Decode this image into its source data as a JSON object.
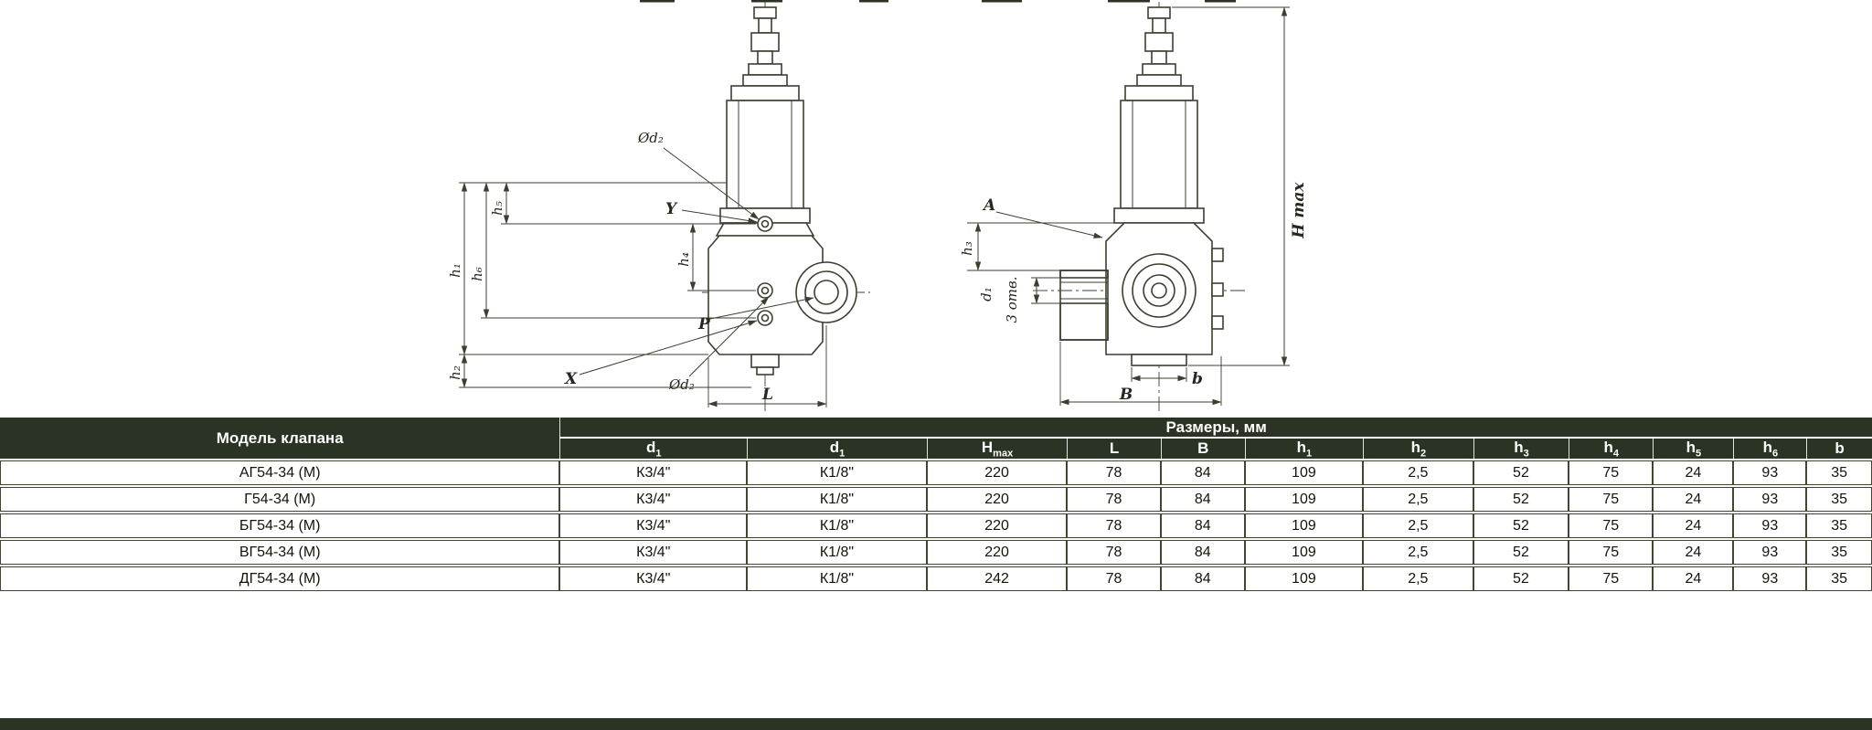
{
  "colors": {
    "line": "#3a4030",
    "header_bg": "#2b3324",
    "header_text": "#ffffff",
    "cell_border": "#40462f",
    "text": "#111509"
  },
  "drawing": {
    "front_view": {
      "phi_d2_top": "Ød₂",
      "y_mark": "Y",
      "h5": "h₅",
      "h6": "h₆",
      "h1": "h₁",
      "h4": "h₄",
      "p_mark": "P",
      "h2": "h₂",
      "x_mark": "X",
      "phi_d2_bottom": "Ød₂",
      "length": "L"
    },
    "side_view": {
      "h3": "h₃",
      "section_mark": "A",
      "d1": "d₁",
      "holes_note": "3 отв.",
      "height_max": "H max",
      "foot_width": "b",
      "width": "B"
    }
  },
  "table": {
    "model_header": "Модель клапана",
    "sizes_header": "Размеры, мм",
    "columns": [
      {
        "base": "d",
        "sub": "1"
      },
      {
        "base": "d",
        "sub": "1"
      },
      {
        "base": "H",
        "sub": "max"
      },
      {
        "base": "L",
        "sub": ""
      },
      {
        "base": "B",
        "sub": ""
      },
      {
        "base": "h",
        "sub": "1"
      },
      {
        "base": "h",
        "sub": "2"
      },
      {
        "base": "h",
        "sub": "3"
      },
      {
        "base": "h",
        "sub": "4"
      },
      {
        "base": "h",
        "sub": "5"
      },
      {
        "base": "h",
        "sub": "6"
      },
      {
        "base": "b",
        "sub": ""
      }
    ],
    "rows": [
      {
        "model": "АГ54-34 (М)",
        "values": [
          "К3/4\"",
          "К1/8\"",
          "220",
          "78",
          "84",
          "109",
          "2,5",
          "52",
          "75",
          "24",
          "93",
          "35"
        ]
      },
      {
        "model": "Г54-34 (М)",
        "values": [
          "К3/4\"",
          "К1/8\"",
          "220",
          "78",
          "84",
          "109",
          "2,5",
          "52",
          "75",
          "24",
          "93",
          "35"
        ]
      },
      {
        "model": "БГ54-34 (М)",
        "values": [
          "К3/4\"",
          "К1/8\"",
          "220",
          "78",
          "84",
          "109",
          "2,5",
          "52",
          "75",
          "24",
          "93",
          "35"
        ]
      },
      {
        "model": "ВГ54-34 (М)",
        "values": [
          "К3/4\"",
          "К1/8\"",
          "220",
          "78",
          "84",
          "109",
          "2,5",
          "52",
          "75",
          "24",
          "93",
          "35"
        ]
      },
      {
        "model": "ДГ54-34 (М)",
        "values": [
          "К3/4\"",
          "К1/8\"",
          "242",
          "78",
          "84",
          "109",
          "2,5",
          "52",
          "75",
          "24",
          "93",
          "35"
        ]
      }
    ]
  }
}
